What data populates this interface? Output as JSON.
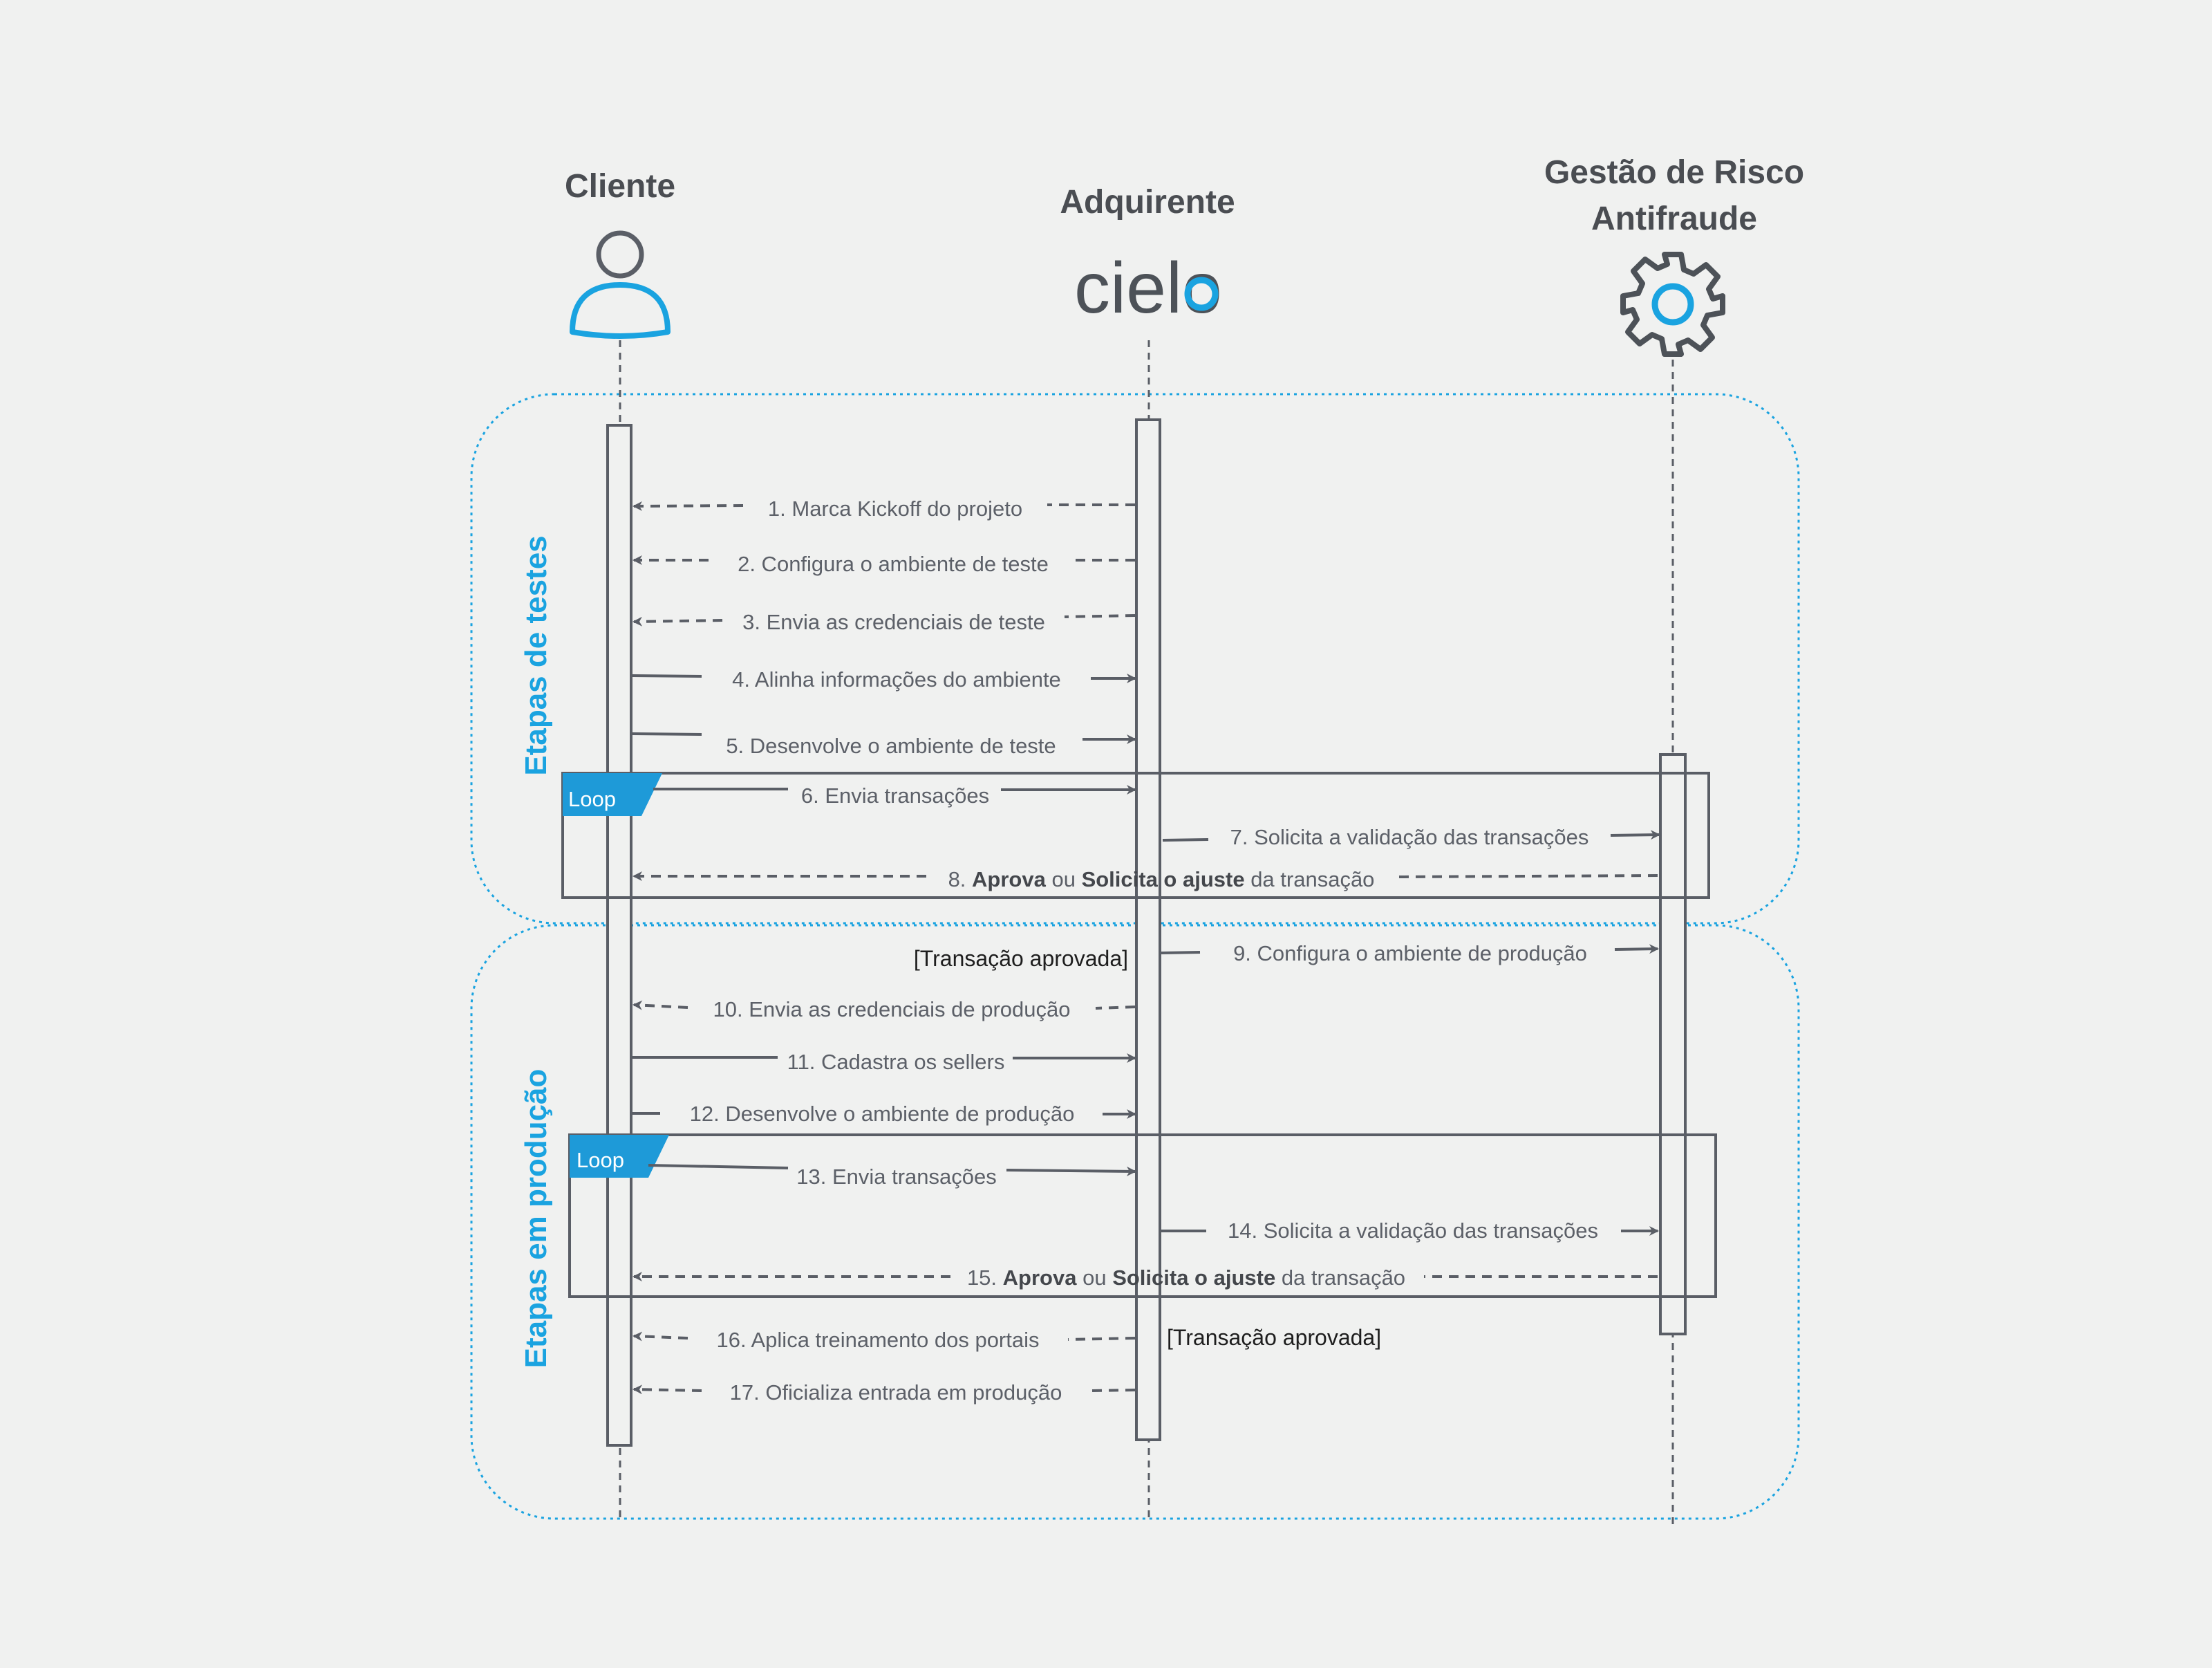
{
  "actors": {
    "cliente": "Cliente",
    "adquirente": "Adquirente",
    "gestao_line1": "Gestão de Risco",
    "gestao_line2": "Antifraude",
    "cielo_logo_text": "cielo"
  },
  "phases": {
    "testes": "Etapas de testes",
    "producao": "Etapas em produção"
  },
  "loops": {
    "loop1": "Loop",
    "loop2": "Loop"
  },
  "guards": {
    "g1": "[Transação aprovada]",
    "g2": "[Transação aprovada]"
  },
  "messages": {
    "m1": "1. Marca Kickoff do projeto",
    "m2": "2. Configura o ambiente de teste",
    "m3": "3. Envia as credenciais de teste",
    "m4": "4. Alinha informações do ambiente",
    "m5": "5. Desenvolve o ambiente de teste",
    "m6": "6. Envia transações",
    "m7": "7. Solicita a validação das transações",
    "m8": {
      "prefix": "8. ",
      "b1": "Aprova",
      "mid": " ou ",
      "b2": "Solicita o ajuste",
      "suffix": " da transação"
    },
    "m9": "9. Configura o ambiente de produção",
    "m10": "10. Envia as credenciais de produção",
    "m11": "11. Cadastra os sellers",
    "m12": "12. Desenvolve o ambiente de produção",
    "m13": "13. Envia transações",
    "m14": "14. Solicita a validação das transações",
    "m15": {
      "prefix": "15. ",
      "b1": "Aprova",
      "mid": " ou ",
      "b2": "Solicita o ajuste",
      "suffix": " da transação"
    },
    "m16": "16. Aplica treinamento dos portais",
    "m17": "17. Oficializa entrada em produção"
  },
  "colors": {
    "accent": "#1aa3e0",
    "line": "#5a5e66",
    "background": "#f0f1f0"
  },
  "icons": {
    "cliente": "user-icon",
    "gestao": "gear-icon"
  }
}
